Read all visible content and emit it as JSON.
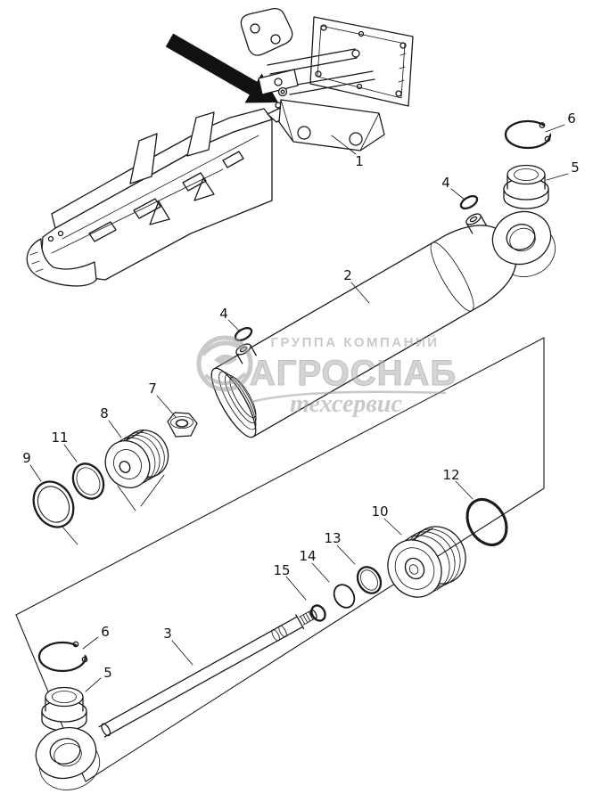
{
  "diagram": {
    "background_color": "#ffffff",
    "ink_color": "#1b1b1b",
    "watermark_color": "#9e9e9e"
  },
  "watermark": {
    "top_line": "ГРУППА КОМПАНИЙ",
    "brand": "АГРОСНАБ",
    "bottom_line": "техсервис"
  },
  "callouts": {
    "c1": "1",
    "c2": "2",
    "c3": "3",
    "c4_top": "4",
    "c4_mid": "4",
    "c5_top": "5",
    "c5_bottom": "5",
    "c6_top": "6",
    "c6_bottom": "6",
    "c7": "7",
    "c8": "8",
    "c9": "9",
    "c10": "10",
    "c11": "11",
    "c12": "12",
    "c13": "13",
    "c14": "14",
    "c15": "15"
  }
}
